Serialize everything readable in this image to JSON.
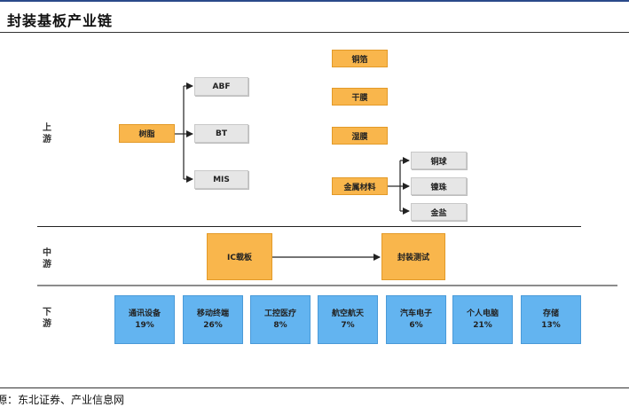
{
  "title": "封装基板产业链",
  "source": "源：东北证券、产业信息网",
  "stages": {
    "upstream": "上游",
    "midstream": "中游",
    "downstream": "下游"
  },
  "upstream": {
    "resin": "树脂",
    "resin_types": [
      "ABF",
      "BT",
      "MIS"
    ],
    "materials": [
      "铜箔",
      "干膜",
      "湿膜"
    ],
    "metal": "金属材料",
    "metal_types": [
      "铜球",
      "镍珠",
      "金盐"
    ]
  },
  "midstream": {
    "ic_substrate": "IC载板",
    "packaging_test": "封装测试"
  },
  "downstream": [
    {
      "name": "通讯设备",
      "share": "19%"
    },
    {
      "name": "移动终端",
      "share": "26%"
    },
    {
      "name": "工控医疗",
      "share": "8%"
    },
    {
      "name": "航空航天",
      "share": "7%"
    },
    {
      "name": "汽车电子",
      "share": "6%"
    },
    {
      "name": "个人电脑",
      "share": "21%"
    },
    {
      "name": "存储",
      "share": "13%"
    }
  ],
  "colors": {
    "upstream_box": "#f9b64c",
    "sub_box": "#e6e6e6",
    "downstream_box": "#63b4f0",
    "header_rule": "#2a4a8a"
  }
}
